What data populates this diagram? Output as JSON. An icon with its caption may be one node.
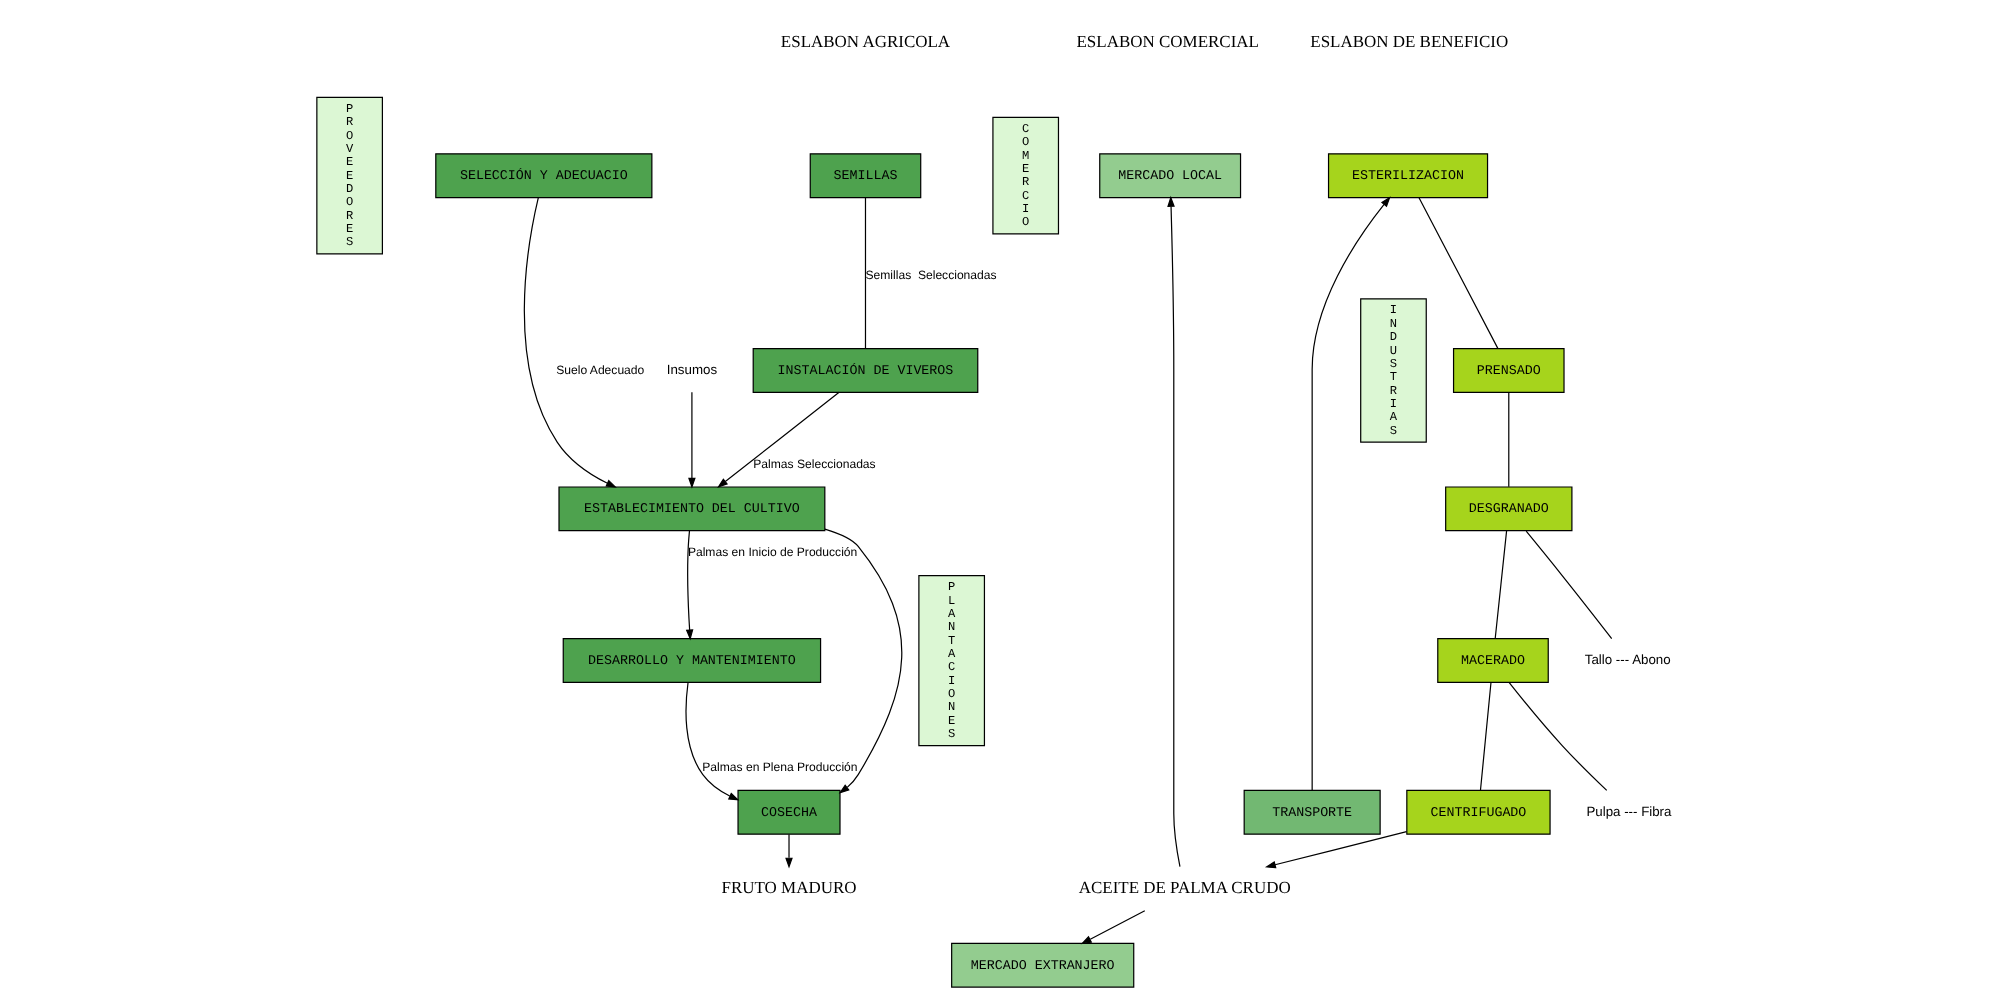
{
  "diagram": {
    "nodes": [
      {
        "text": [
          "SEMILLAS"
        ]
      },
      {
        "text": [
          "PROVEEDORES"
        ]
      },
      {
        "text": [
          "SELECCIÓN Y ADECUACIO"
        ]
      },
      {
        "text": [
          "INSTALACIÓN DE VIVEROS"
        ]
      },
      {
        "text": [
          "ESTABLECIMIENTO DEL CULTIVO"
        ]
      },
      {
        "text": [
          "PLANTACIONES"
        ]
      },
      {
        "text": [
          "DESARROLLO Y MANTENIMIENTO"
        ]
      },
      {
        "text": [
          "COSECHA"
        ]
      },
      {
        "text": [
          "TRANSPORTE"
        ]
      },
      {
        "text": [
          "FRUTO MADURO"
        ]
      },
      {
        "text": [
          "INDUSTRIAS"
        ]
      },
      {
        "text": [
          "ESTERILIZACION"
        ]
      },
      {
        "text": [
          "PRENSADO"
        ]
      },
      {
        "text": [
          "DESGRANADO"
        ]
      },
      {
        "text": [
          "MACERADO"
        ]
      },
      {
        "text": [
          "CENTRIFUGADO"
        ]
      },
      {
        "text": [
          "ACEITE DE PALMA CRUDO"
        ]
      },
      {
        "text": [
          "MERCADO LOCAL"
        ]
      },
      {
        "text": [
          "MERCADO EXTRANJERO"
        ]
      },
      {
        "text": [
          "COMERCIO"
        ]
      },
      {
        "text": [
          "Tallo --- Abono"
        ]
      },
      {
        "text": [
          "Pulpa --- Fibra"
        ]
      },
      {
        "text": [
          "Insumos"
        ]
      }
    ],
    "edges": [
      {
        "from": 0,
        "to": 3,
        "arrow": "none",
        "label": "Semillas  Seleccionadas"
      },
      {
        "from": 3,
        "to": 4,
        "arrow": "to",
        "label": "Palmas Seleccionadas"
      },
      {
        "from": 2,
        "to": 4,
        "arrow": "to",
        "label": "Suelo Adecuado"
      },
      {
        "from": 22,
        "to": 4,
        "arrow": "to"
      },
      {
        "from": 4,
        "to": 6,
        "arrow": "to",
        "label": "Palmas en Inicio de Producción"
      },
      {
        "from": 4,
        "to": 7,
        "arrow": "to"
      },
      {
        "from": 6,
        "to": 7,
        "arrow": "to",
        "label": "Palmas en Plena Producción"
      },
      {
        "from": 7,
        "to": 9,
        "arrow": "to"
      },
      {
        "from": 8,
        "to": 11,
        "arrow": "to"
      },
      {
        "from": 11,
        "to": 12,
        "arrow": "none"
      },
      {
        "from": 12,
        "to": 13,
        "arrow": "none"
      },
      {
        "from": 13,
        "to": 14,
        "arrow": "none"
      },
      {
        "from": 13,
        "to": 20,
        "arrow": "none"
      },
      {
        "from": 14,
        "to": 15,
        "arrow": "none"
      },
      {
        "from": 14,
        "to": 21,
        "arrow": "none"
      },
      {
        "from": 15,
        "to": 16,
        "arrow": "to"
      },
      {
        "from": 16,
        "to": 17,
        "arrow": "to"
      },
      {
        "from": 16,
        "to": 18,
        "arrow": "to"
      }
    ],
    "labels": [
      "ESLABON AGRICOLA",
      "ESLABON DE BENEFICIO",
      "ESLABON COMERCIAL"
    ]
  }
}
